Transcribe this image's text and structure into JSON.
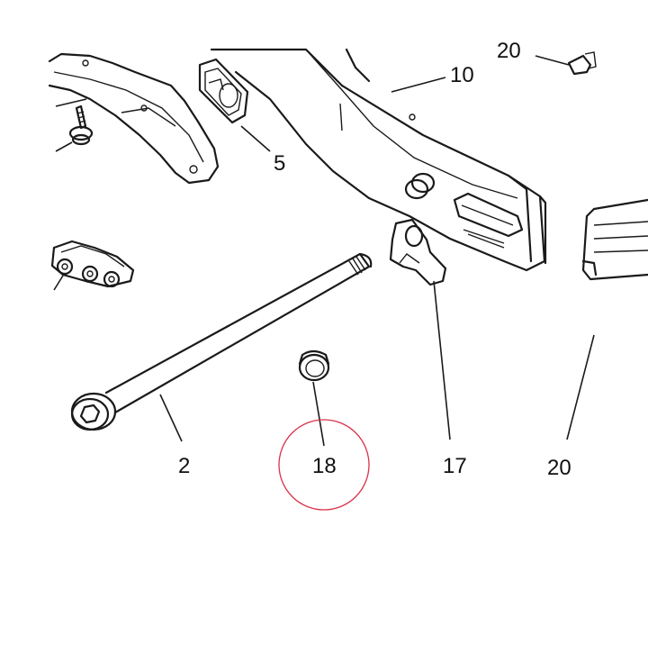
{
  "diagram": {
    "callouts": {
      "c2": "2",
      "c5": "5",
      "c10": "10",
      "c17": "17",
      "c18": "18",
      "c20": "20",
      "c_partial_top": "20"
    },
    "highlight_circle_color": "#d9334a"
  }
}
